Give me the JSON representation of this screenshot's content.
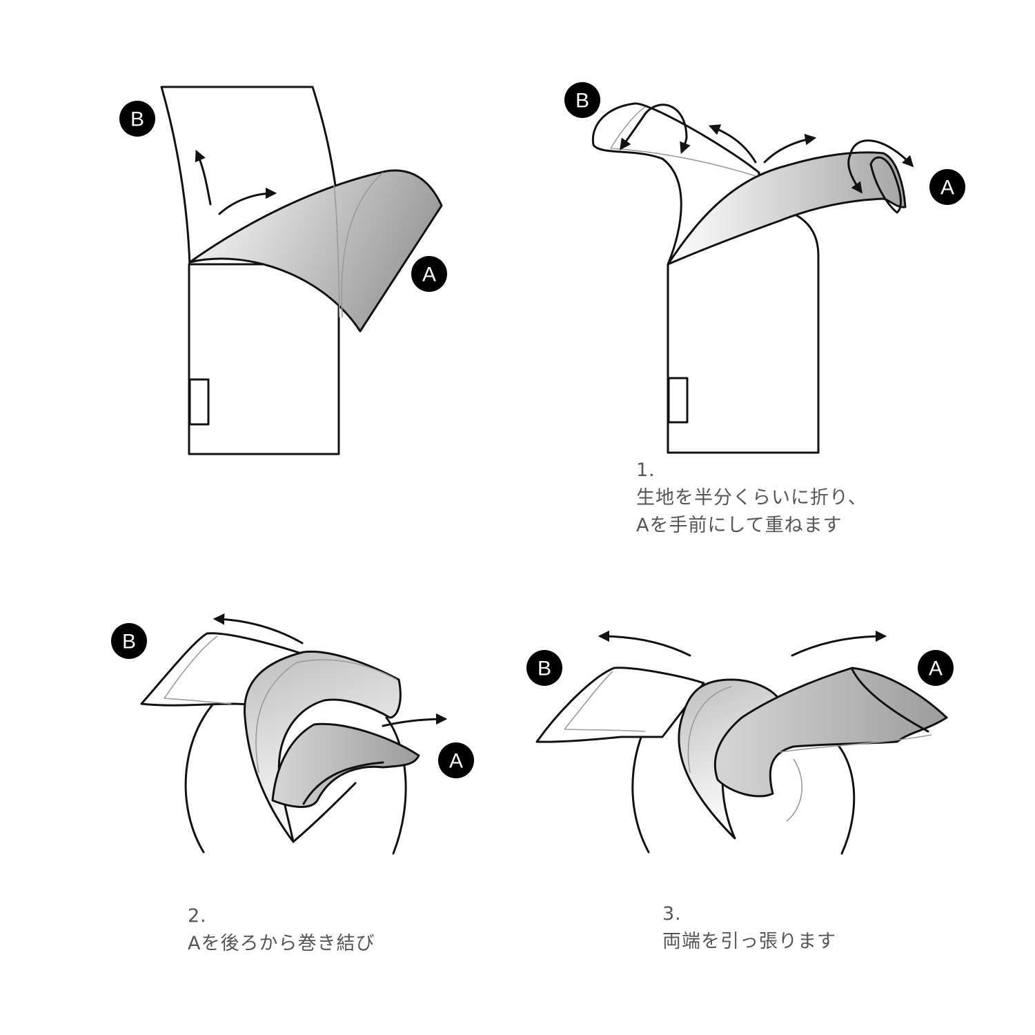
{
  "labels": {
    "end_a": "A",
    "end_b": "B"
  },
  "steps": [
    {
      "number": "1.",
      "lines": [
        "生地を半分くらいに折り、",
        "Aを手前にして重ねます"
      ]
    },
    {
      "number": "2.",
      "lines": [
        "Aを後ろから巻き結び"
      ]
    },
    {
      "number": "3.",
      "lines": [
        "両端を引っ張ります"
      ]
    }
  ],
  "colors": {
    "line": "#111111",
    "badge": "#000000",
    "caption_text": "#555555",
    "fabric_shade": "#a8a8a8"
  }
}
